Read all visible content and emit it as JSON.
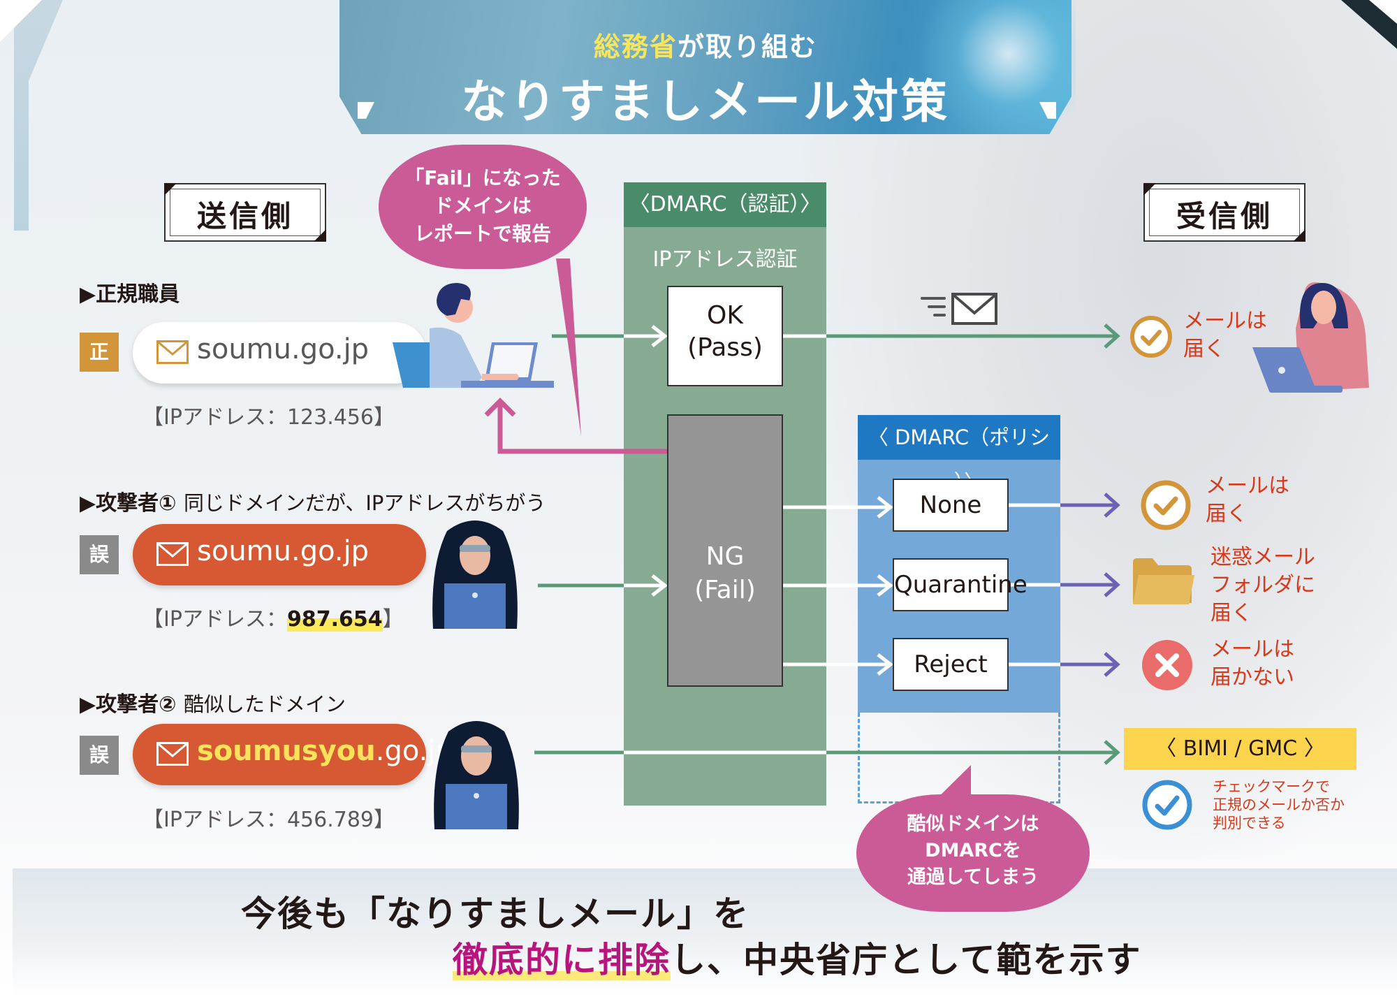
{
  "header": {
    "subtitle_highlight": "総務省",
    "subtitle_rest": "が取り組む",
    "title": "なりすましメール対策",
    "accent_color": "#f7e55c"
  },
  "sender_side": {
    "label": "送信側",
    "rows": [
      {
        "heading": "▶正規職員",
        "description": "",
        "badge": "正",
        "badge_color": "#d3953a",
        "domain_highlight": "",
        "domain": "soumu.go.jp",
        "ip_prefix": "【IPアドレス：",
        "ip_value": "123.456",
        "ip_suffix": "】",
        "ip_highlighted": false,
        "pill_style": "white"
      },
      {
        "heading": "▶攻撃者①",
        "description": "同じドメインだが、IPアドレスがちがう",
        "badge": "誤",
        "badge_color": "#8a8a8a",
        "domain_highlight": "",
        "domain": "soumu.go.jp",
        "ip_prefix": "【IPアドレス：",
        "ip_value": "987.654",
        "ip_suffix": "】",
        "ip_highlighted": true,
        "pill_style": "orange"
      },
      {
        "heading": "▶攻撃者②",
        "description": "酷似したドメイン",
        "badge": "誤",
        "badge_color": "#8a8a8a",
        "domain_highlight": "soumusyou",
        "domain": ".go.jp",
        "ip_prefix": "【IPアドレス：",
        "ip_value": "456.789",
        "ip_suffix": "】",
        "ip_highlighted": false,
        "pill_style": "orange"
      }
    ]
  },
  "receiver_side": {
    "label": "受信側"
  },
  "dmarc_auth": {
    "header": "〈DMARC（認証）〉",
    "subheader": "IPアドレス認証",
    "ok_line1": "OK",
    "ok_line2": "(Pass)",
    "ng_line1": "NG",
    "ng_line2": "(Fail)",
    "color": "#4a8c6a"
  },
  "dmarc_policy": {
    "header": "〈 DMARC（ポリシー）〉",
    "options": [
      "None",
      "Quarantine",
      "Reject"
    ],
    "color": "#1e79c2"
  },
  "results": {
    "legit": {
      "line1": "メールは",
      "line2": "届く",
      "icon": "check-circle-icon"
    },
    "none": {
      "line1": "メールは",
      "line2": "届く",
      "icon": "check-circle-icon"
    },
    "quarantine": {
      "line1": "迷惑メール",
      "line2": "フォルダに",
      "line3": "届く",
      "icon": "folder-icon"
    },
    "reject": {
      "line1": "メールは",
      "line2": "届かない",
      "icon": "x-circle-icon"
    }
  },
  "bimi": {
    "label": "〈 BIMI / GMC 〉",
    "line1": "チェックマークで",
    "line2": "正規のメールか否か",
    "line3": "判別できる"
  },
  "bubbles": {
    "report": {
      "line1": "「Fail」になった",
      "line2": "ドメインは",
      "line3": "レポートで報告"
    },
    "similar": {
      "line1": "酷似ドメインは",
      "line2": "DMARCを",
      "line3": "通過してしまう"
    }
  },
  "footer": {
    "line1": "今後も「なりすましメール」を",
    "line2_emphasis": "徹底的に排除",
    "line2_rest": "し、中央省庁として範を示す"
  },
  "colors": {
    "arrow_green": "#5a9a79",
    "arrow_purple": "#6a62b3",
    "report_pink": "#cb5b97",
    "result_red": "#d9391b",
    "pill_orange": "#d65933"
  }
}
